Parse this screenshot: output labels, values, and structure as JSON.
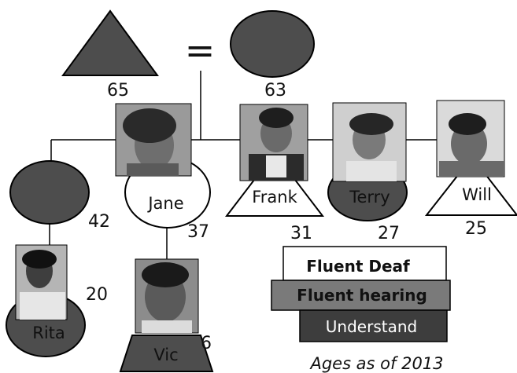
{
  "diagram": {
    "ages": {
      "grandfather": "65",
      "grandmother": "63",
      "spouse": "42",
      "jane": "37",
      "frank": "31",
      "terry": "27",
      "will": "25",
      "rita": "20",
      "vic": "6"
    },
    "marriage_symbol": "=",
    "names": {
      "jane": "Jane",
      "frank": "Frank",
      "terry": "Terry",
      "will": "Will",
      "rita": "Rita",
      "vic": "Vic"
    },
    "legend": {
      "fluent_deaf": "Fluent Deaf",
      "fluent_hearing": "Fluent hearing",
      "understand": "Understand"
    },
    "note": "Ages as of 2013",
    "colors": {
      "filled": "#4d4d4d",
      "fluent_hearing": "#7a7a7a",
      "understand": "#3d3d3d",
      "outline": "#000000"
    }
  }
}
